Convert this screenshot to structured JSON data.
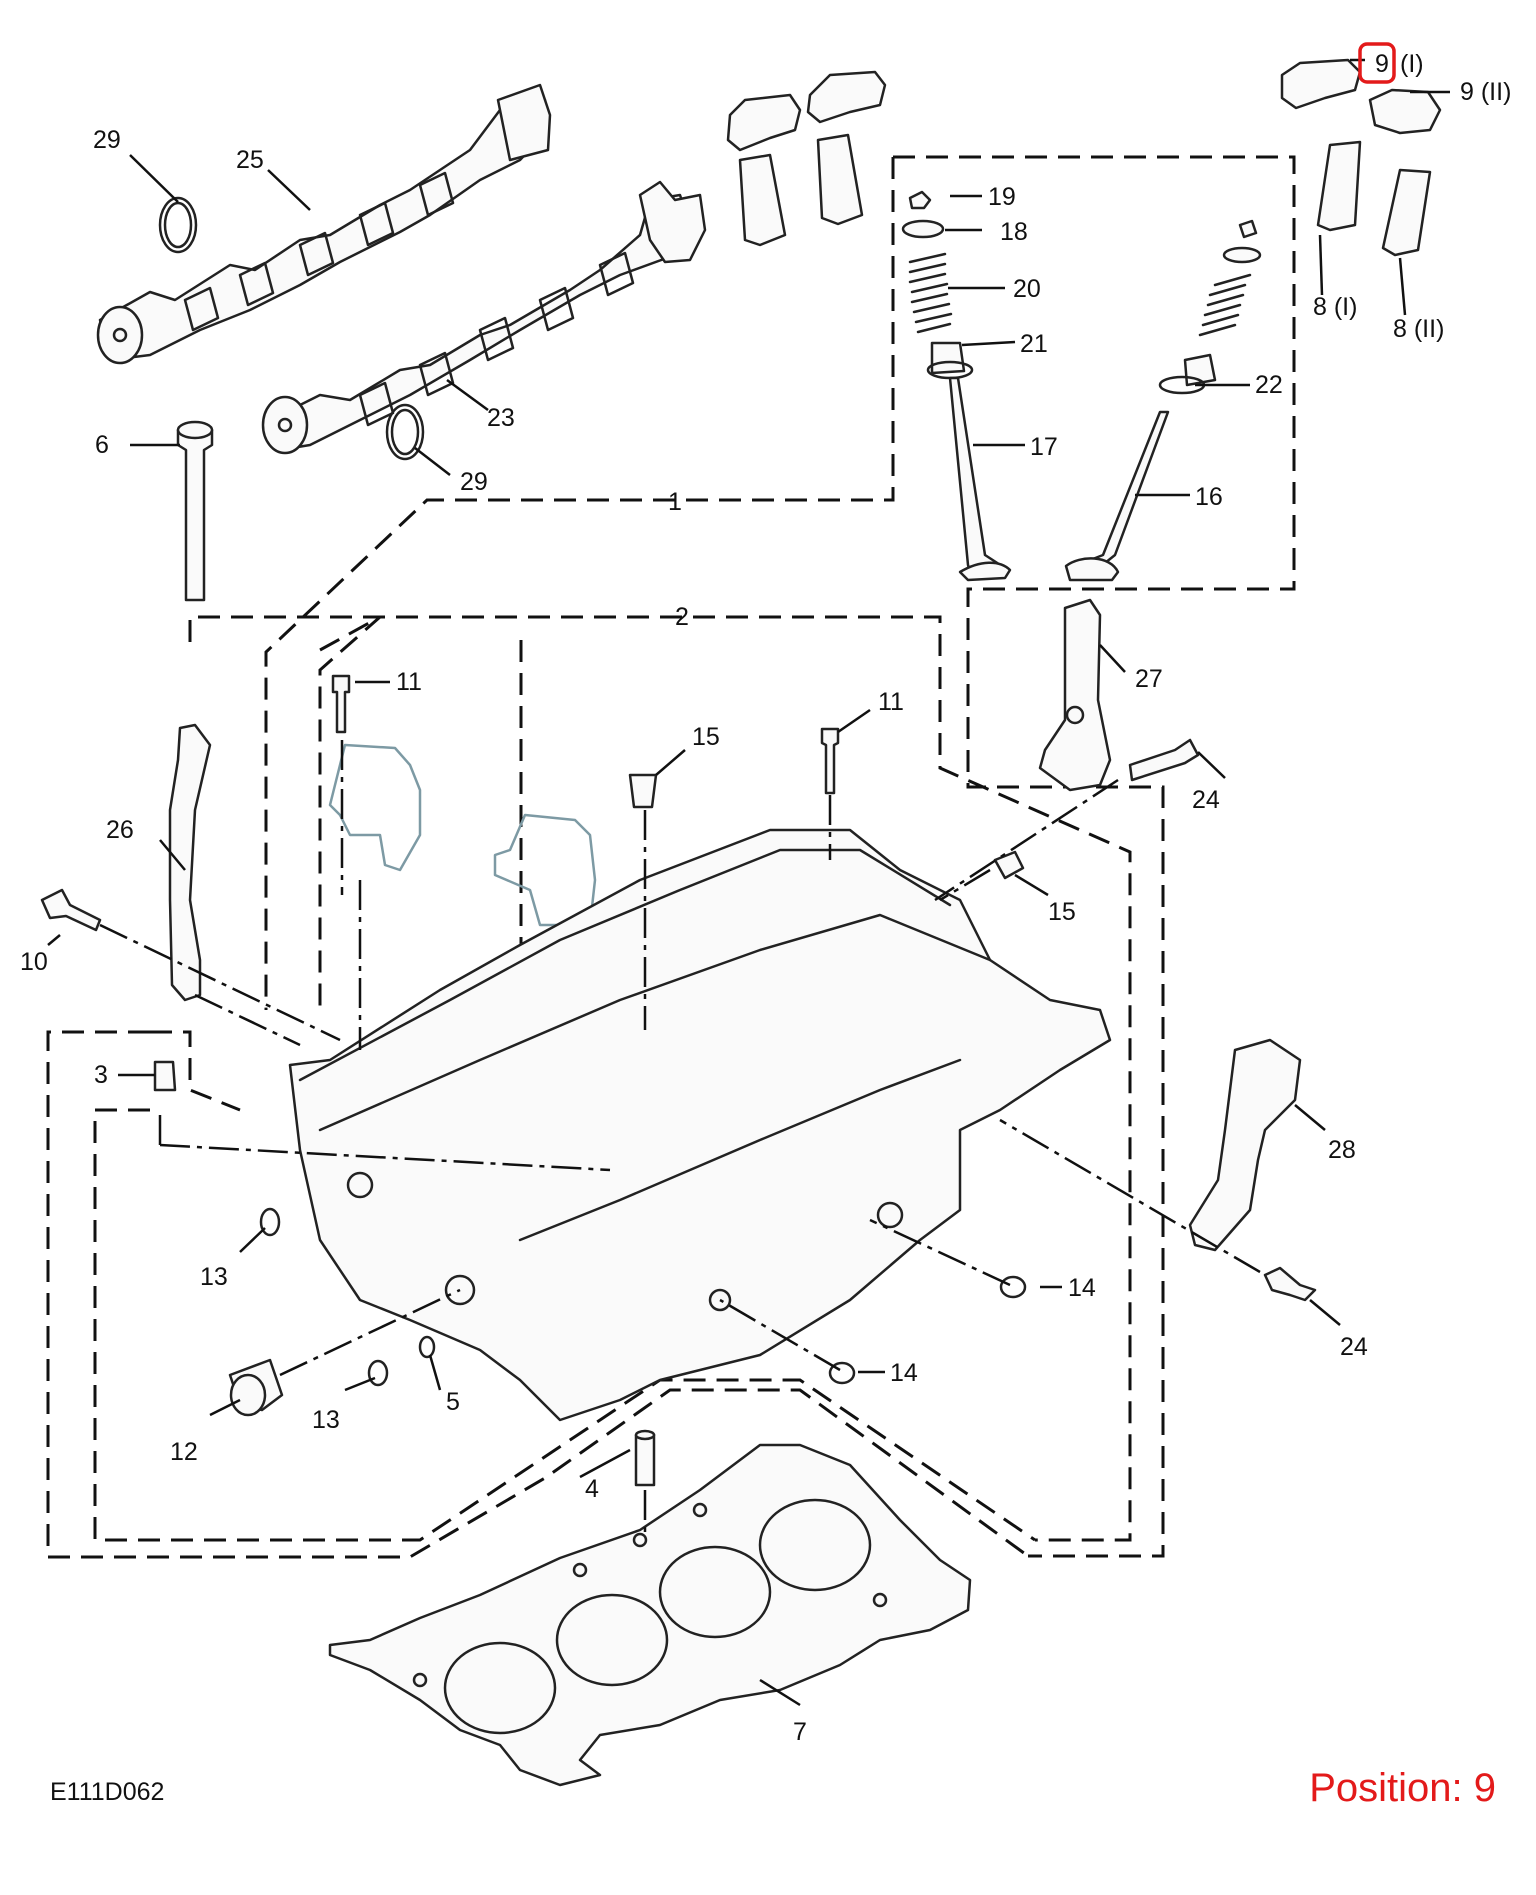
{
  "diagram_code": "E111D062",
  "position_label": "Position: 9",
  "highlight_color": "#e31a1a",
  "highlighted_callout": "9",
  "callouts": {
    "c1": "1",
    "c2": "2",
    "c3": "3",
    "c4": "4",
    "c5": "5",
    "c6": "6",
    "c7": "7",
    "c8a": "8 (I)",
    "c8b": "8 (II)",
    "c9a_num": "9",
    "c9a_suffix": "(I)",
    "c9b": "9 (II)",
    "c10": "10",
    "c11a": "11",
    "c11b": "11",
    "c12": "12",
    "c13a": "13",
    "c13b": "13",
    "c14a": "14",
    "c14b": "14",
    "c15a": "15",
    "c15b": "15",
    "c16": "16",
    "c17": "17",
    "c18": "18",
    "c19": "19",
    "c20": "20",
    "c21": "21",
    "c22": "22",
    "c23": "23",
    "c24a": "24",
    "c24b": "24",
    "c25": "25",
    "c26": "26",
    "c27": "27",
    "c28": "28",
    "c29a": "29",
    "c29b": "29"
  },
  "icons": [
    "camshaft",
    "rocker-arm",
    "hydraulic-lifter",
    "valve",
    "valve-spring",
    "cylinder-head",
    "head-gasket",
    "bolt",
    "bracket",
    "seal-ring"
  ]
}
